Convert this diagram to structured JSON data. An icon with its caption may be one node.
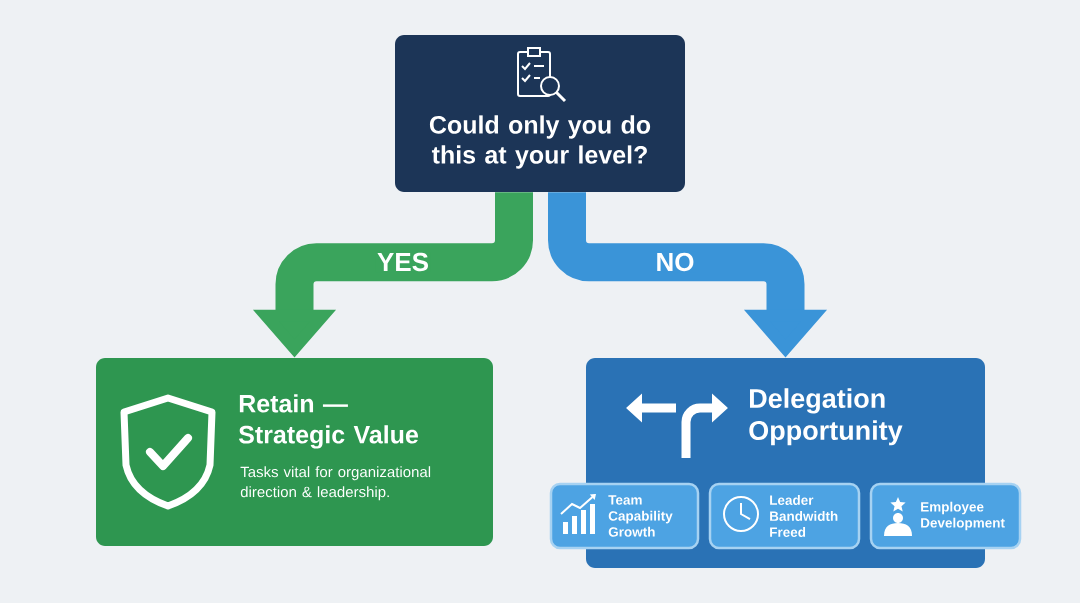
{
  "diagram": {
    "nodes": [
      {
        "text": [
          "Could only you do this at your level?"
        ]
      },
      {
        "text": [
          "Retain — Strategic Value",
          "Tasks vital for organizational direction & leadership."
        ]
      },
      {
        "text": [
          "Delegation Opportunity"
        ]
      },
      {
        "text": [
          "Team Capability Growth"
        ]
      },
      {
        "text": [
          "Leader Bandwidth Freed"
        ],
        "in": 2
      },
      {
        "text": [
          "Employee Development"
        ]
      }
    ],
    "edges": [
      {
        "from": 0,
        "to": 1,
        "arrow": "to",
        "label": "YES",
        "color": "#3aa45c"
      },
      {
        "from": 0,
        "to": 2,
        "arrow": "to",
        "label": "NO",
        "color": "#3a94d8"
      }
    ]
  }
}
